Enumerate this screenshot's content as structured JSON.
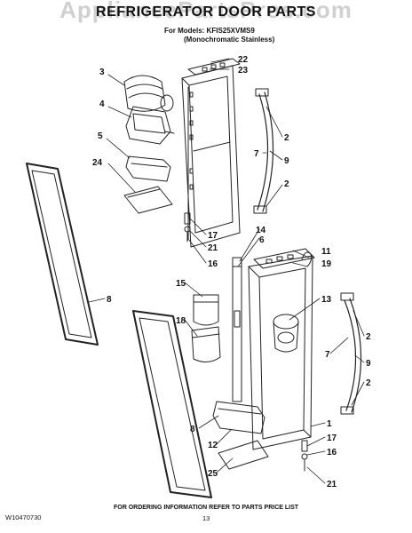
{
  "watermark": "AppliancePartsPros.com",
  "header": {
    "title": "REFRIGERATOR DOOR PARTS",
    "models_line": "For Models: KFIS25XVMS9",
    "variant_line": "(Monochromatic Stainless)"
  },
  "callouts": {
    "c22": "22",
    "c23": "23",
    "c3": "3",
    "c4": "4",
    "c5": "5",
    "c24": "24",
    "c2a": "2",
    "c7a": "7",
    "c9a": "9",
    "c2b": "2",
    "c17a": "17",
    "c21a": "21",
    "c16a": "16",
    "c14": "14",
    "c6": "6",
    "c11": "11",
    "c19": "19",
    "c8a": "8",
    "c15": "15",
    "c13": "13",
    "c18": "18",
    "c7b": "7",
    "c2c": "2",
    "c9b": "9",
    "c2d": "2",
    "c1": "1",
    "c8b": "8",
    "c12": "12",
    "c17b": "17",
    "c16b": "16",
    "c25": "25",
    "c21b": "21"
  },
  "footer": {
    "doc_number": "W10470730",
    "ordering_note": "FOR ORDERING INFORMATION REFER TO PARTS PRICE LIST",
    "page": "13"
  }
}
